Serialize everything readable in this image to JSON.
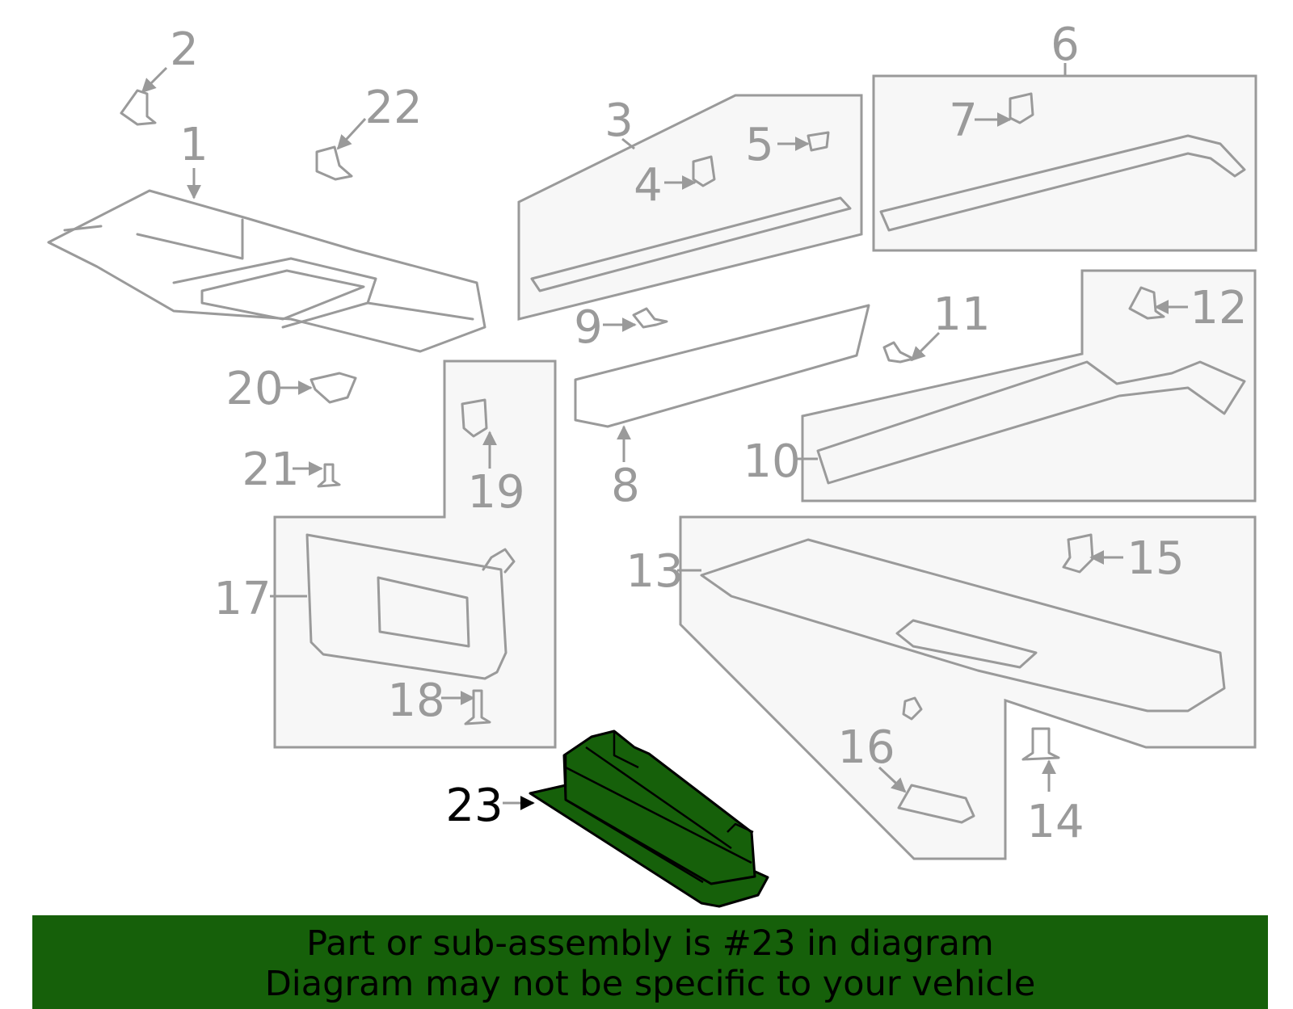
{
  "diagram": {
    "callouts": {
      "c1": "1",
      "c2": "2",
      "c3": "3",
      "c4": "4",
      "c5": "5",
      "c6": "6",
      "c7": "7",
      "c8": "8",
      "c9": "9",
      "c10": "10",
      "c11": "11",
      "c12": "12",
      "c13": "13",
      "c14": "14",
      "c15": "15",
      "c16": "16",
      "c17": "17",
      "c18": "18",
      "c19": "19",
      "c20": "20",
      "c21": "21",
      "c22": "22",
      "c23": "23"
    },
    "highlighted_part": "23",
    "colors": {
      "highlight": "#16600a",
      "lines": "#9a9a9a",
      "box_fill": "#f7f7f7"
    }
  },
  "banner": {
    "line1": "Part or sub-assembly is #23 in diagram",
    "line2": "Diagram may not be specific to your vehicle"
  }
}
